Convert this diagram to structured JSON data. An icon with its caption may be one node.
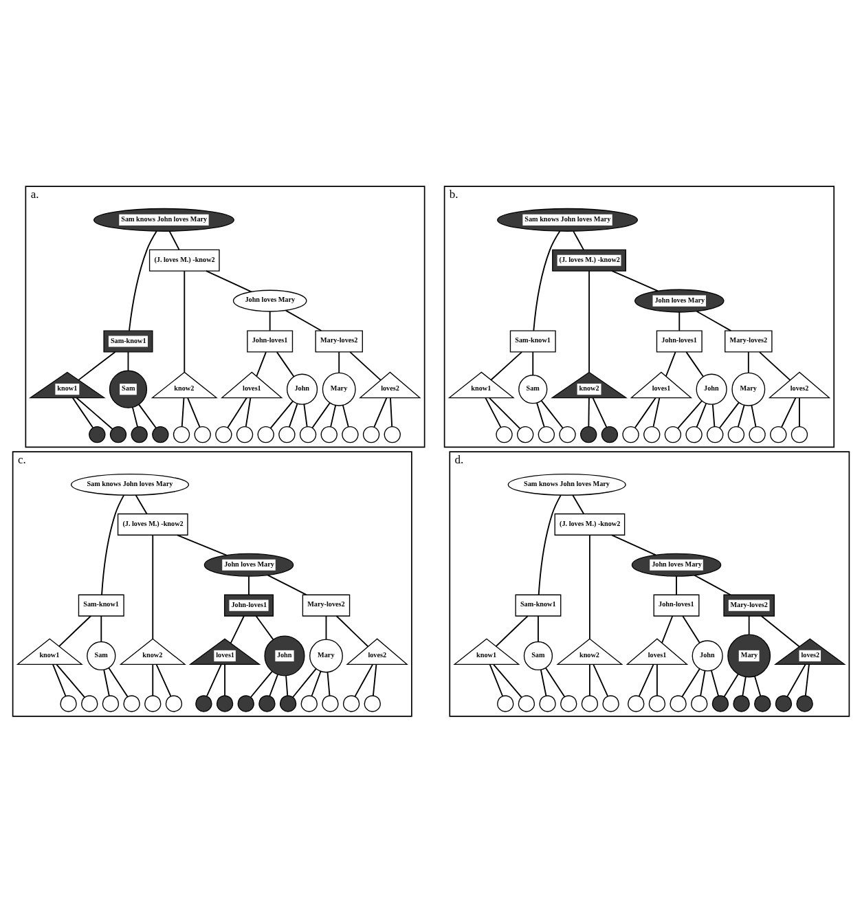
{
  "diagram": {
    "nodes": [
      {
        "text": [
          "a."
        ]
      },
      {
        "text": [
          "Sam knows John loves Mary"
        ],
        "in": 0
      },
      {
        "text": [
          "Sam-know1"
        ],
        "in": 0
      },
      {
        "text": [
          "(J. loves M.) -know2"
        ],
        "in": 0
      },
      {
        "text": [
          "know1"
        ],
        "in": 0
      },
      {
        "text": [
          "Sam"
        ],
        "in": 0
      },
      {
        "text": [
          "know2"
        ],
        "in": 0
      },
      {
        "text": [
          "John loves Mary"
        ],
        "in": 0
      },
      {
        "text": [
          "John-loves1"
        ],
        "in": 0
      },
      {
        "text": [
          "Mary-loves2"
        ],
        "in": 0
      },
      {
        "text": [
          "loves1"
        ],
        "in": 0
      },
      {
        "text": [
          "John"
        ],
        "in": 0
      },
      {
        "text": [
          "Mary"
        ],
        "in": 0
      },
      {
        "text": [
          "loves2"
        ],
        "in": 0
      },
      {
        "text": [],
        "shape": "circle",
        "in": 0
      },
      {
        "text": [],
        "shape": "circle",
        "in": 0
      },
      {
        "text": [],
        "shape": "circle",
        "in": 0
      },
      {
        "text": [],
        "shape": "circle",
        "in": 0
      },
      {
        "text": [],
        "shape": "circle",
        "in": 0
      },
      {
        "text": [],
        "shape": "circle",
        "in": 0
      },
      {
        "text": [],
        "shape": "circle",
        "in": 0
      },
      {
        "text": [],
        "shape": "circle",
        "in": 0
      },
      {
        "text": [],
        "shape": "circle",
        "in": 0
      },
      {
        "text": [],
        "shape": "circle",
        "in": 0
      },
      {
        "text": [],
        "shape": "circle",
        "in": 0
      },
      {
        "text": [],
        "shape": "circle",
        "in": 0
      },
      {
        "text": [],
        "shape": "circle",
        "in": 0
      },
      {
        "text": [],
        "shape": "circle",
        "in": 0
      },
      {
        "text": [],
        "shape": "circle",
        "in": 0
      },
      {
        "text": [
          "b."
        ]
      },
      {
        "text": [
          "Sam knows John loves Mary"
        ],
        "in": 29
      },
      {
        "text": [
          "Sam-know1"
        ],
        "in": 29
      },
      {
        "text": [
          "(J. loves M.) -know2"
        ],
        "in": 29
      },
      {
        "text": [
          "know1"
        ],
        "in": 29
      },
      {
        "text": [
          "Sam"
        ],
        "in": 29
      },
      {
        "text": [
          "know2"
        ],
        "in": 29
      },
      {
        "text": [
          "John loves Mary"
        ],
        "in": 29
      },
      {
        "text": [
          "John-loves1"
        ],
        "in": 29
      },
      {
        "text": [
          "Mary-loves2"
        ],
        "in": 29
      },
      {
        "text": [
          "loves1"
        ],
        "in": 29
      },
      {
        "text": [
          "John"
        ],
        "in": 29
      },
      {
        "text": [
          "Mary"
        ],
        "in": 29
      },
      {
        "text": [
          "loves2"
        ],
        "in": 29
      },
      {
        "text": [],
        "shape": "circle",
        "in": 29
      },
      {
        "text": [],
        "shape": "circle",
        "in": 29
      },
      {
        "text": [],
        "shape": "circle",
        "in": 29
      },
      {
        "text": [],
        "shape": "circle",
        "in": 29
      },
      {
        "text": [],
        "shape": "circle",
        "in": 29
      },
      {
        "text": [],
        "shape": "circle",
        "in": 29
      },
      {
        "text": [],
        "shape": "circle",
        "in": 29
      },
      {
        "text": [],
        "shape": "circle",
        "in": 29
      },
      {
        "text": [],
        "shape": "circle",
        "in": 29
      },
      {
        "text": [],
        "shape": "circle",
        "in": 29
      },
      {
        "text": [],
        "shape": "circle",
        "in": 29
      },
      {
        "text": [],
        "shape": "circle",
        "in": 29
      },
      {
        "text": [],
        "shape": "circle",
        "in": 29
      },
      {
        "text": [],
        "shape": "circle",
        "in": 29
      },
      {
        "text": [],
        "shape": "circle",
        "in": 29
      },
      {
        "text": [
          "c."
        ]
      },
      {
        "text": [
          "Sam knows John loves Mary"
        ],
        "in": 58
      },
      {
        "text": [
          "Sam-know1"
        ],
        "in": 58
      },
      {
        "text": [
          "(J. loves M.) -know2"
        ],
        "in": 58
      },
      {
        "text": [
          "know1"
        ],
        "in": 58
      },
      {
        "text": [
          "Sam"
        ],
        "in": 58
      },
      {
        "text": [
          "know2"
        ],
        "in": 58
      },
      {
        "text": [
          "John loves Mary"
        ],
        "in": 58
      },
      {
        "text": [
          "John-loves1"
        ],
        "in": 58
      },
      {
        "text": [
          "Mary-loves2"
        ],
        "in": 58
      },
      {
        "text": [
          "loves1"
        ],
        "in": 58
      },
      {
        "text": [
          "John"
        ],
        "in": 58
      },
      {
        "text": [
          "Mary"
        ],
        "in": 58
      },
      {
        "text": [
          "loves2"
        ],
        "in": 58
      },
      {
        "text": [],
        "shape": "circle",
        "in": 58
      },
      {
        "text": [],
        "shape": "circle",
        "in": 58
      },
      {
        "text": [],
        "shape": "circle",
        "in": 58
      },
      {
        "text": [],
        "shape": "circle",
        "in": 58
      },
      {
        "text": [],
        "shape": "circle",
        "in": 58
      },
      {
        "text": [],
        "shape": "circle",
        "in": 58
      },
      {
        "text": [],
        "shape": "circle",
        "in": 58
      },
      {
        "text": [],
        "shape": "circle",
        "in": 58
      },
      {
        "text": [],
        "shape": "circle",
        "in": 58
      },
      {
        "text": [],
        "shape": "circle",
        "in": 58
      },
      {
        "text": [],
        "shape": "circle",
        "in": 58
      },
      {
        "text": [],
        "shape": "circle",
        "in": 58
      },
      {
        "text": [],
        "shape": "circle",
        "in": 58
      },
      {
        "text": [],
        "shape": "circle",
        "in": 58
      },
      {
        "text": [],
        "shape": "circle",
        "in": 58
      },
      {
        "text": [
          "d."
        ]
      },
      {
        "text": [
          "Sam knows John loves Mary"
        ],
        "in": 87
      },
      {
        "text": [
          "Sam-know1"
        ],
        "in": 87
      },
      {
        "text": [
          "(J. loves M.) -know2"
        ],
        "in": 87
      },
      {
        "text": [
          "know1"
        ],
        "in": 87
      },
      {
        "text": [
          "Sam"
        ],
        "in": 87
      },
      {
        "text": [
          "know2"
        ],
        "in": 87
      },
      {
        "text": [
          "John loves Mary"
        ],
        "in": 87
      },
      {
        "text": [
          "John-loves1"
        ],
        "in": 87
      },
      {
        "text": [
          "Mary-loves2"
        ],
        "in": 87
      },
      {
        "text": [
          "loves1"
        ],
        "in": 87
      },
      {
        "text": [
          "John"
        ],
        "in": 87
      },
      {
        "text": [
          "Mary"
        ],
        "in": 87
      },
      {
        "text": [
          "loves2"
        ],
        "in": 87
      },
      {
        "text": [],
        "shape": "circle",
        "in": 87
      },
      {
        "text": [],
        "shape": "circle",
        "in": 87
      },
      {
        "text": [],
        "shape": "circle",
        "in": 87
      },
      {
        "text": [],
        "shape": "circle",
        "in": 87
      },
      {
        "text": [],
        "shape": "circle",
        "in": 87
      },
      {
        "text": [],
        "shape": "circle",
        "in": 87
      },
      {
        "text": [],
        "shape": "circle",
        "in": 87
      },
      {
        "text": [],
        "shape": "circle",
        "in": 87
      },
      {
        "text": [],
        "shape": "circle",
        "in": 87
      },
      {
        "text": [],
        "shape": "circle",
        "in": 87
      },
      {
        "text": [],
        "shape": "circle",
        "in": 87
      },
      {
        "text": [],
        "shape": "circle",
        "in": 87
      },
      {
        "text": [],
        "shape": "circle",
        "in": 87
      },
      {
        "text": [],
        "shape": "circle",
        "in": 87
      },
      {
        "text": [],
        "shape": "circle",
        "in": 87
      }
    ],
    "edges": [
      {
        "from": 1,
        "to": 2,
        "arrow": "none"
      },
      {
        "from": 1,
        "to": 3,
        "arrow": "none"
      },
      {
        "from": 2,
        "to": 4,
        "arrow": "none"
      },
      {
        "from": 2,
        "to": 5,
        "arrow": "none"
      },
      {
        "from": 3,
        "to": 6,
        "arrow": "none"
      },
      {
        "from": 3,
        "to": 7,
        "arrow": "none"
      },
      {
        "from": 7,
        "to": 8,
        "arrow": "none"
      },
      {
        "from": 7,
        "to": 9,
        "arrow": "none"
      },
      {
        "from": 8,
        "to": 10,
        "arrow": "none"
      },
      {
        "from": 8,
        "to": 11,
        "arrow": "none"
      },
      {
        "from": 9,
        "to": 12,
        "arrow": "none"
      },
      {
        "from": 9,
        "to": 13,
        "arrow": "none"
      },
      {
        "from": 4,
        "to": 14,
        "arrow": "none"
      },
      {
        "from": 4,
        "to": 15,
        "arrow": "none"
      },
      {
        "from": 5,
        "to": 16,
        "arrow": "none"
      },
      {
        "from": 5,
        "to": 17,
        "arrow": "none"
      },
      {
        "from": 6,
        "to": 18,
        "arrow": "none"
      },
      {
        "from": 6,
        "to": 19,
        "arrow": "none"
      },
      {
        "from": 10,
        "to": 20,
        "arrow": "none"
      },
      {
        "from": 10,
        "to": 21,
        "arrow": "none"
      },
      {
        "from": 11,
        "to": 22,
        "arrow": "none"
      },
      {
        "from": 11,
        "to": 23,
        "arrow": "none"
      },
      {
        "from": 11,
        "to": 24,
        "arrow": "none"
      },
      {
        "from": 12,
        "to": 24,
        "arrow": "none"
      },
      {
        "from": 12,
        "to": 25,
        "arrow": "none"
      },
      {
        "from": 12,
        "to": 26,
        "arrow": "none"
      },
      {
        "from": 13,
        "to": 27,
        "arrow": "none"
      },
      {
        "from": 13,
        "to": 28,
        "arrow": "none"
      },
      {
        "from": 30,
        "to": 31,
        "arrow": "none"
      },
      {
        "from": 30,
        "to": 32,
        "arrow": "none"
      },
      {
        "from": 31,
        "to": 33,
        "arrow": "none"
      },
      {
        "from": 31,
        "to": 34,
        "arrow": "none"
      },
      {
        "from": 32,
        "to": 35,
        "arrow": "none"
      },
      {
        "from": 32,
        "to": 36,
        "arrow": "none"
      },
      {
        "from": 36,
        "to": 37,
        "arrow": "none"
      },
      {
        "from": 36,
        "to": 38,
        "arrow": "none"
      },
      {
        "from": 37,
        "to": 39,
        "arrow": "none"
      },
      {
        "from": 37,
        "to": 40,
        "arrow": "none"
      },
      {
        "from": 38,
        "to": 41,
        "arrow": "none"
      },
      {
        "from": 38,
        "to": 42,
        "arrow": "none"
      },
      {
        "from": 33,
        "to": 43,
        "arrow": "none"
      },
      {
        "from": 33,
        "to": 44,
        "arrow": "none"
      },
      {
        "from": 34,
        "to": 45,
        "arrow": "none"
      },
      {
        "from": 34,
        "to": 46,
        "arrow": "none"
      },
      {
        "from": 35,
        "to": 47,
        "arrow": "none"
      },
      {
        "from": 35,
        "to": 48,
        "arrow": "none"
      },
      {
        "from": 39,
        "to": 49,
        "arrow": "none"
      },
      {
        "from": 39,
        "to": 50,
        "arrow": "none"
      },
      {
        "from": 40,
        "to": 51,
        "arrow": "none"
      },
      {
        "from": 40,
        "to": 52,
        "arrow": "none"
      },
      {
        "from": 40,
        "to": 53,
        "arrow": "none"
      },
      {
        "from": 41,
        "to": 53,
        "arrow": "none"
      },
      {
        "from": 41,
        "to": 54,
        "arrow": "none"
      },
      {
        "from": 41,
        "to": 55,
        "arrow": "none"
      },
      {
        "from": 42,
        "to": 56,
        "arrow": "none"
      },
      {
        "from": 42,
        "to": 57,
        "arrow": "none"
      },
      {
        "from": 59,
        "to": 60,
        "arrow": "none"
      },
      {
        "from": 59,
        "to": 61,
        "arrow": "none"
      },
      {
        "from": 60,
        "to": 62,
        "arrow": "none"
      },
      {
        "from": 60,
        "to": 63,
        "arrow": "none"
      },
      {
        "from": 61,
        "to": 64,
        "arrow": "none"
      },
      {
        "from": 61,
        "to": 65,
        "arrow": "none"
      },
      {
        "from": 65,
        "to": 66,
        "arrow": "none"
      },
      {
        "from": 65,
        "to": 67,
        "arrow": "none"
      },
      {
        "from": 66,
        "to": 68,
        "arrow": "none"
      },
      {
        "from": 66,
        "to": 69,
        "arrow": "none"
      },
      {
        "from": 67,
        "to": 70,
        "arrow": "none"
      },
      {
        "from": 67,
        "to": 71,
        "arrow": "none"
      },
      {
        "from": 62,
        "to": 72,
        "arrow": "none"
      },
      {
        "from": 62,
        "to": 73,
        "arrow": "none"
      },
      {
        "from": 63,
        "to": 74,
        "arrow": "none"
      },
      {
        "from": 63,
        "to": 75,
        "arrow": "none"
      },
      {
        "from": 64,
        "to": 76,
        "arrow": "none"
      },
      {
        "from": 64,
        "to": 77,
        "arrow": "none"
      },
      {
        "from": 68,
        "to": 78,
        "arrow": "none"
      },
      {
        "from": 68,
        "to": 79,
        "arrow": "none"
      },
      {
        "from": 69,
        "to": 80,
        "arrow": "none"
      },
      {
        "from": 69,
        "to": 81,
        "arrow": "none"
      },
      {
        "from": 69,
        "to": 82,
        "arrow": "none"
      },
      {
        "from": 70,
        "to": 82,
        "arrow": "none"
      },
      {
        "from": 70,
        "to": 83,
        "arrow": "none"
      },
      {
        "from": 70,
        "to": 84,
        "arrow": "none"
      },
      {
        "from": 71,
        "to": 85,
        "arrow": "none"
      },
      {
        "from": 71,
        "to": 86,
        "arrow": "none"
      },
      {
        "from": 88,
        "to": 89,
        "arrow": "none"
      },
      {
        "from": 88,
        "to": 90,
        "arrow": "none"
      },
      {
        "from": 89,
        "to": 91,
        "arrow": "none"
      },
      {
        "from": 89,
        "to": 92,
        "arrow": "none"
      },
      {
        "from": 90,
        "to": 93,
        "arrow": "none"
      },
      {
        "from": 90,
        "to": 94,
        "arrow": "none"
      },
      {
        "from": 94,
        "to": 95,
        "arrow": "none"
      },
      {
        "from": 94,
        "to": 96,
        "arrow": "none"
      },
      {
        "from": 95,
        "to": 97,
        "arrow": "none"
      },
      {
        "from": 95,
        "to": 98,
        "arrow": "none"
      },
      {
        "from": 96,
        "to": 99,
        "arrow": "none"
      },
      {
        "from": 96,
        "to": 100,
        "arrow": "none"
      },
      {
        "from": 91,
        "to": 101,
        "arrow": "none"
      },
      {
        "from": 91,
        "to": 102,
        "arrow": "none"
      },
      {
        "from": 92,
        "to": 103,
        "arrow": "none"
      },
      {
        "from": 92,
        "to": 104,
        "arrow": "none"
      },
      {
        "from": 93,
        "to": 105,
        "arrow": "none"
      },
      {
        "from": 93,
        "to": 106,
        "arrow": "none"
      },
      {
        "from": 97,
        "to": 107,
        "arrow": "none"
      },
      {
        "from": 97,
        "to": 108,
        "arrow": "none"
      },
      {
        "from": 98,
        "to": 109,
        "arrow": "none"
      },
      {
        "from": 98,
        "to": 110,
        "arrow": "none"
      },
      {
        "from": 98,
        "to": 111,
        "arrow": "none"
      },
      {
        "from": 99,
        "to": 111,
        "arrow": "none"
      },
      {
        "from": 99,
        "to": 112,
        "arrow": "none"
      },
      {
        "from": 99,
        "to": 113,
        "arrow": "none"
      },
      {
        "from": 100,
        "to": 114,
        "arrow": "none"
      },
      {
        "from": 100,
        "to": 115,
        "arrow": "none"
      }
    ]
  }
}
